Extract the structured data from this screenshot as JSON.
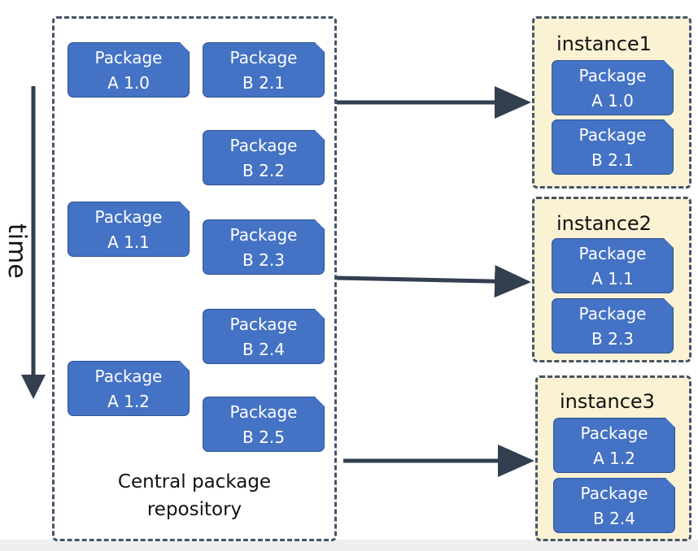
{
  "time_axis": {
    "label": "time"
  },
  "repository": {
    "label_line1": "Central package",
    "label_line2": "repository",
    "packages": [
      {
        "line1": "Package",
        "line2": "A 1.0"
      },
      {
        "line1": "Package",
        "line2": "B 2.1"
      },
      {
        "line1": "Package",
        "line2": "B 2.2"
      },
      {
        "line1": "Package",
        "line2": "A 1.1"
      },
      {
        "line1": "Package",
        "line2": "B 2.3"
      },
      {
        "line1": "Package",
        "line2": "B 2.4"
      },
      {
        "line1": "Package",
        "line2": "A 1.2"
      },
      {
        "line1": "Package",
        "line2": "B 2.5"
      }
    ]
  },
  "instances": [
    {
      "title": "instance1",
      "packages": [
        {
          "line1": "Package",
          "line2": "A 1.0"
        },
        {
          "line1": "Package",
          "line2": "B 2.1"
        }
      ]
    },
    {
      "title": "instance2",
      "packages": [
        {
          "line1": "Package",
          "line2": "A 1.1"
        },
        {
          "line1": "Package",
          "line2": "B 2.3"
        }
      ]
    },
    {
      "title": "instance3",
      "packages": [
        {
          "line1": "Package",
          "line2": "A 1.2"
        },
        {
          "line1": "Package",
          "line2": "B 2.4"
        }
      ]
    }
  ],
  "colors": {
    "package_fill": "#4472c4",
    "package_border": "#2f528f",
    "instance_fill": "#fbf2d4",
    "dashed_border": "#44546a",
    "arrow": "#323f4f"
  }
}
